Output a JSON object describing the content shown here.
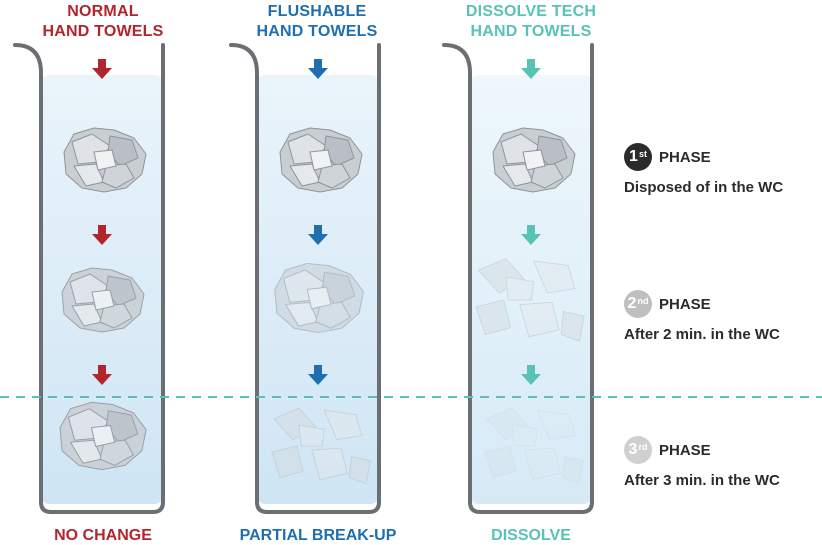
{
  "colors": {
    "red": "#b3252d",
    "blue": "#1f6fb0",
    "teal": "#59c2b6",
    "dark": "#2b2b2b",
    "phase_badge_1": "#2b2b2b",
    "phase_badge_2": "#bfbfbf",
    "phase_badge_3": "#d0d0d0",
    "divider": "#59c2b6"
  },
  "columns": [
    {
      "title_line1": "NORMAL",
      "title_line2": "HAND TOWELS",
      "footer": "NO CHANGE",
      "color": "#b3252d"
    },
    {
      "title_line1": "FLUSHABLE",
      "title_line2": "HAND TOWELS",
      "footer": "PARTIAL BREAK-UP",
      "color": "#1f6fb0"
    },
    {
      "title_line1": "DISSOLVE TECH",
      "title_line2": "HAND TOWELS",
      "footer": "DISSOLVE",
      "color": "#59c2b6"
    }
  ],
  "phases": [
    {
      "number": "1",
      "suffix": "st",
      "word": "PHASE",
      "description": "Disposed of in the WC"
    },
    {
      "number": "2",
      "suffix": "nd",
      "word": "PHASE",
      "description": "After 2 min. in the WC"
    },
    {
      "number": "3",
      "suffix": "rd",
      "word": "PHASE",
      "description": "After 3 min. in the WC"
    }
  ],
  "icons": {
    "arrow": "arrow-down-icon",
    "towel": "crumpled-towel-icon"
  }
}
